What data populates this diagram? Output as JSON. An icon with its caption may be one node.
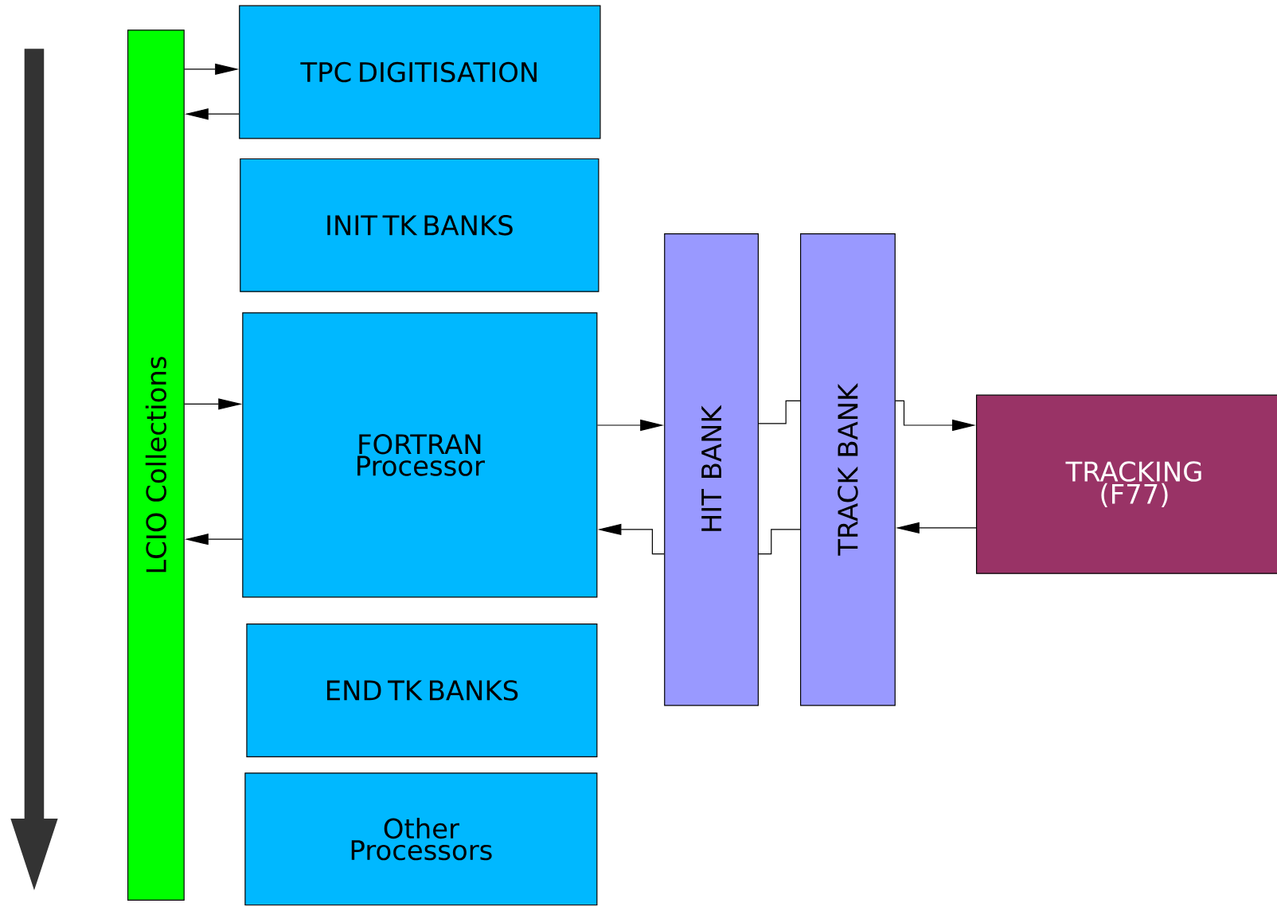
{
  "diagram": {
    "nodes": [
      {
        "text": [
          "LCIO Collections"
        ]
      },
      {
        "text": [
          "TPC DIGITISATION"
        ]
      },
      {
        "text": [
          "INIT TK BANKS"
        ]
      },
      {
        "text": [
          "FORTRAN Processor"
        ]
      },
      {
        "text": [
          "END TK BANKS"
        ]
      },
      {
        "text": [
          "Other Processors"
        ]
      },
      {
        "text": [
          "HIT BANK"
        ]
      },
      {
        "text": [
          "TRACK BANK"
        ]
      },
      {
        "text": [
          "TRACKING (F77)"
        ]
      }
    ],
    "edges": [
      {
        "from": 0,
        "to": 1,
        "arrow": "to"
      },
      {
        "from": 1,
        "to": 0,
        "arrow": "to"
      },
      {
        "from": 0,
        "to": 3,
        "arrow": "to"
      },
      {
        "from": 3,
        "to": 0,
        "arrow": "to"
      },
      {
        "from": 3,
        "to": 6,
        "arrow": "to"
      },
      {
        "from": 6,
        "to": 3,
        "arrow": "to"
      },
      {
        "from": 6,
        "to": 7,
        "arrow": "none"
      },
      {
        "from": 7,
        "to": 6,
        "arrow": "none"
      },
      {
        "from": 7,
        "to": 8,
        "arrow": "to"
      },
      {
        "from": 8,
        "to": 7,
        "arrow": "to"
      }
    ]
  }
}
